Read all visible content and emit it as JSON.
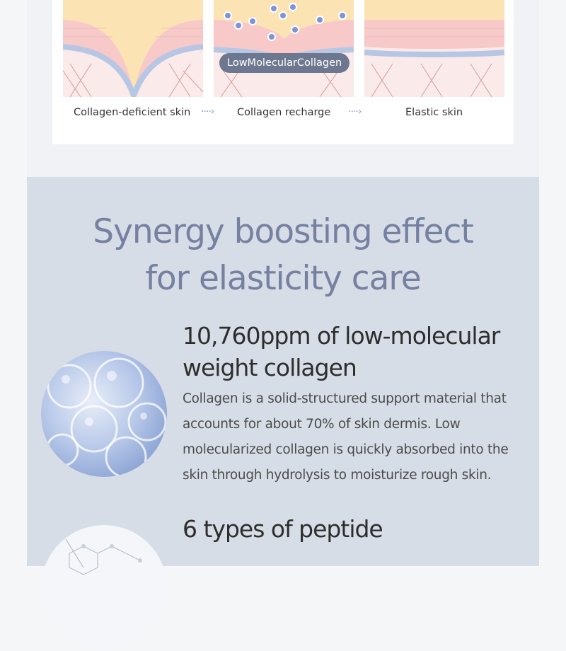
{
  "diagram": {
    "stages": [
      {
        "caption": "Collagen-deficient skin"
      },
      {
        "caption": "Collagen recharge"
      },
      {
        "caption": "Elastic skin"
      }
    ],
    "badge": "LowMolecularCollagen",
    "arrow_glyph": "····›"
  },
  "section": {
    "headline_line1": "Synergy boosting effect",
    "headline_line2": "for elasticity care",
    "features": [
      {
        "title_line1": "10,760ppm of low-molecular",
        "title_line2": "weight collagen",
        "description": "Collagen is a solid-structured support material that accounts for about 70% of skin dermis. Low molecularized collagen is quickly absorbed into the skin through hydrolysis to moisturize rough skin.",
        "image_icon": "collagen-bubbles-image"
      },
      {
        "title_line1": "6 types of peptide",
        "image_icon": "peptide-molecule-image"
      }
    ]
  },
  "colors": {
    "headline": "#7680a1",
    "section_bg": "#d6dde6",
    "badge_bg": "#6d7890",
    "arrow": "#8d9bbd"
  }
}
